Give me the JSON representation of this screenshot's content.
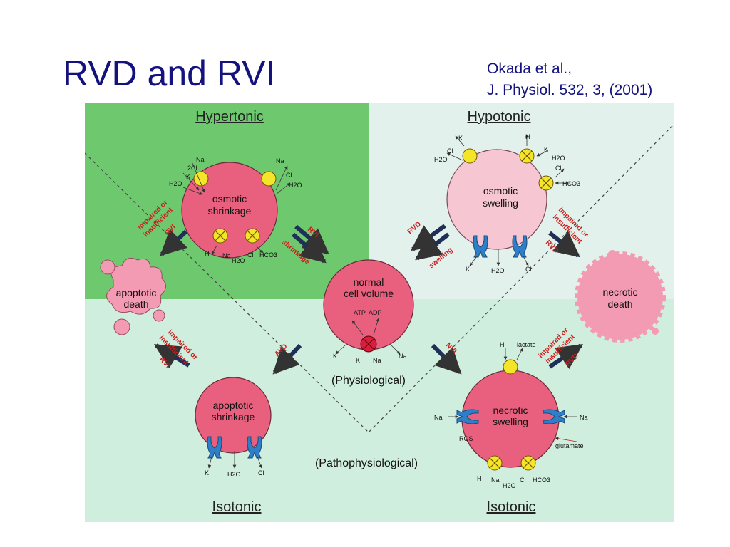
{
  "slide": {
    "title": "RVD and RVI",
    "citation_line1": "Okada et al.,",
    "citation_line2": "J. Physiol. 532, 3, (2001)"
  },
  "colors": {
    "title_text": "#13127f",
    "hypertonic_bg": "#6ec86e",
    "hypotonic_bg": "#e2f1ec",
    "isotonic_bg": "#cfeedd",
    "cell_pink": "#e8607e",
    "cell_light_pink": "#f6c6d3",
    "transporter_yellow": "#f5e52a",
    "channel_blue": "#2e7fc8",
    "arrow_navy": "#1f2f55",
    "label_red": "#cc1d1d"
  },
  "diagram": {
    "regions": {
      "hypertonic": "Hypertonic",
      "hypotonic": "Hypotonic",
      "isotonic_left": "Isotonic",
      "isotonic_right": "Isotonic"
    },
    "cells": {
      "normal": {
        "line1": "normal",
        "line2": "cell volume",
        "atp": "ATP",
        "adp": "ADP",
        "k": "K",
        "na_in": "Na",
        "k_out": "K",
        "na_out": "Na",
        "caption": "(Physiological)"
      },
      "osmotic_shrinkage": {
        "line1": "osmotic",
        "line2": "shrinkage",
        "na_top": "Na",
        "cl_top": "2Cl",
        "k_top": "K",
        "h2o_left": "H2O",
        "na_right": "Na",
        "cl_right": "Cl",
        "h2o_right": "H2O",
        "h_bottom": "H",
        "na_bottom": "Na",
        "h2o_bottom": "H2O",
        "cl_bottom": "Cl",
        "hco3_bottom": "HCO3"
      },
      "osmotic_swelling": {
        "line1": "osmotic",
        "line2": "swelling",
        "k_top": "K",
        "cl_top": "Cl",
        "h2o_top": "H2O",
        "h_top": "H",
        "k_right": "K",
        "h2o_right": "H2O",
        "cl_right": "Cl",
        "hco3_right": "HCO3",
        "k_bottom": "K",
        "h2o_bottom": "H2O",
        "cl_bottom": "Cl"
      },
      "apoptotic_death": {
        "line1": "apoptotic",
        "line2": "death"
      },
      "necrotic_death": {
        "line1": "necrotic",
        "line2": "death"
      },
      "apoptotic_shrinkage": {
        "line1": "apoptotic",
        "line2": "shrinkage",
        "k": "K",
        "h2o": "H2O",
        "cl": "Cl"
      },
      "necrotic_swelling": {
        "line1": "necrotic",
        "line2": "swelling",
        "h_top": "H",
        "lactate": "lactate",
        "na_left": "Na",
        "na_right": "Na",
        "ros": "ROS",
        "glutamate": "glutamate",
        "h_bottom": "H",
        "na_bottom": "Na",
        "h2o_bottom": "H2O",
        "cl_bottom": "Cl",
        "hco3_bottom": "HCO3"
      },
      "pathophysiological_caption": "(Pathophysiological)"
    },
    "labels": {
      "rvi": "RVI",
      "shrinkage": "shrinkage",
      "rvd": "RVD",
      "swelling": "swelling",
      "avd": "AVD",
      "nvi": "NVI",
      "impaired_or": "impaired or",
      "insufficient": "insufficient",
      "imp_rvi": "RVI",
      "imp_rvd": "RVD"
    }
  }
}
